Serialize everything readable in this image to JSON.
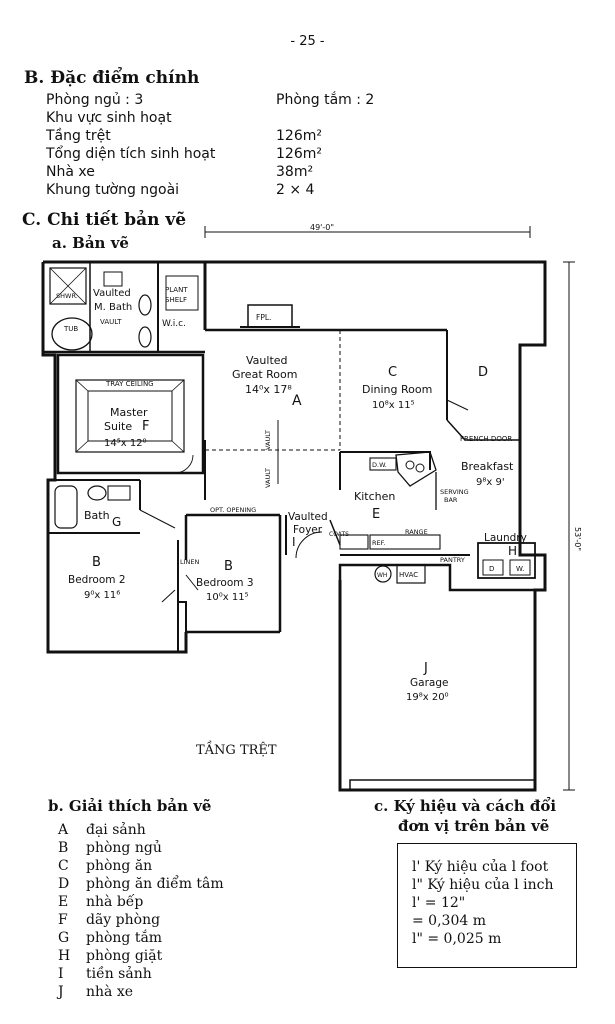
{
  "page_number": "- 25 -",
  "section_b": {
    "title": "B. Đặc điểm chính",
    "specs": [
      {
        "label": "Phòng ngủ : 3",
        "value": "Phòng tắm : 2"
      },
      {
        "label": "Khu vực sinh hoạt",
        "value": ""
      },
      {
        "label": "Tầng trệt",
        "value": "126m²"
      },
      {
        "label": "Tổng diện tích sinh hoạt",
        "value": "126m²"
      },
      {
        "label": "Nhà xe",
        "value": "38m²"
      },
      {
        "label": "Khung tường ngoài",
        "value": "2 × 4"
      }
    ]
  },
  "section_c": {
    "title": "C. Chi tiết bản vẽ",
    "sub_a": "a. Bản vẽ"
  },
  "plan": {
    "width_dim": "49'-0\"",
    "depth_dim": "53'-0\"",
    "rooms": {
      "shwr": "SHWR.",
      "bath_vaulted": "Vaulted",
      "bath_name": "M. Bath",
      "bath_vault": "VAULT",
      "tub": "TUB",
      "plant1": "PLANT",
      "plant2": "SHELF",
      "wic": "W.i.c.",
      "fpl": "FPL.",
      "great_vaulted": "Vaulted",
      "great_name": "Great Room",
      "great_size": "14⁰x 17⁸",
      "great_letter": "A",
      "dining_letter": "C",
      "dining_name": "Dining Room",
      "dining_size": "10⁸x 11⁵",
      "breakfast_letter": "D",
      "french_door": "FRENCH DOOR",
      "breakfast_name": "Breakfast",
      "breakfast_size": "9⁸x 9'",
      "tray": "TRAY CEILING",
      "master1": "Master",
      "master2": "Suite",
      "master_letter": "F",
      "master_size": "14⁵x 12⁰",
      "vault1": "VAULT",
      "vault2": "VAULT",
      "dw": "D.W.",
      "serving1": "SERVING",
      "serving2": "BAR",
      "kitchen_name": "Kitchen",
      "kitchen_letter": "E",
      "bath_name2": "Bath",
      "bath_letter": "G",
      "opt_opening": "OPT. OPENING",
      "foyer1": "Vaulted",
      "foyer2": "Foyer",
      "foyer_letter": "I",
      "coats": "COATS",
      "ref": "REF.",
      "range": "RANGE",
      "pantry": "PANTRY",
      "laundry": "Laundry",
      "laundry_letter": "H",
      "d": "D",
      "w": "W.",
      "linen": "LINEN",
      "bed2_letter": "B",
      "bed2_name": "Bedroom 2",
      "bed2_size": "9⁰x 11⁶",
      "bed3_letter": "B",
      "bed3_name": "Bedroom 3",
      "bed3_size": "10⁰x 11⁵",
      "wh": "WH",
      "hvac": "HVAC",
      "garage_letter": "J",
      "garage_name": "Garage",
      "garage_size": "19⁸x 20⁰",
      "floor_label": "TẦNG TRỆT"
    }
  },
  "legend": {
    "title": "b. Giải thích bản vẽ",
    "items": [
      {
        "letter": "A",
        "text": "đại sảnh"
      },
      {
        "letter": "B",
        "text": "phòng ngủ"
      },
      {
        "letter": "C",
        "text": "phòng ăn"
      },
      {
        "letter": "D",
        "text": "phòng ăn điểm tâm"
      },
      {
        "letter": "E",
        "text": "nhà bếp"
      },
      {
        "letter": "F",
        "text": "dãy phòng"
      },
      {
        "letter": "G",
        "text": "phòng tắm"
      },
      {
        "letter": "H",
        "text": "phòng giặt"
      },
      {
        "letter": "I",
        "text": "tiền sảnh"
      },
      {
        "letter": "J",
        "text": "nhà xe"
      }
    ]
  },
  "units": {
    "title1": "c. Ký hiệu và cách đổi",
    "title2": "đơn vị trên bản vẽ",
    "lines": [
      "l' Ký hiệu của l foot",
      "l\" Ký hiệu của l inch",
      "l'   = 12\"",
      "      = 0,304 m",
      "l\"  = 0,025 m"
    ]
  }
}
